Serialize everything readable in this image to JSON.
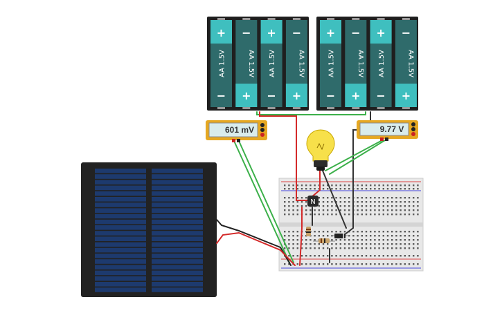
{
  "battery_pack_left": {
    "cells": [
      {
        "label": "AA 1.5V",
        "top_sign": "+",
        "bottom_sign": "−"
      },
      {
        "label": "AA 1.5V",
        "top_sign": "−",
        "bottom_sign": "+"
      },
      {
        "label": "AA 1.5V",
        "top_sign": "+",
        "bottom_sign": "−"
      },
      {
        "label": "AA 1.5V",
        "top_sign": "−",
        "bottom_sign": "+"
      }
    ]
  },
  "battery_pack_right": {
    "cells": [
      {
        "label": "AA 1.5V",
        "top_sign": "+",
        "bottom_sign": "−"
      },
      {
        "label": "AA 1.5V",
        "top_sign": "−",
        "bottom_sign": "+"
      },
      {
        "label": "AA 1.5V",
        "top_sign": "+",
        "bottom_sign": "−"
      },
      {
        "label": "AA 1.5V",
        "top_sign": "−",
        "bottom_sign": "+"
      }
    ]
  },
  "multimeter_left": {
    "reading": "601 mV"
  },
  "multimeter_right": {
    "reading": "9.77 V"
  },
  "transistor": {
    "label": "N"
  },
  "colors": {
    "battery_body": "#2f6b6b",
    "battery_cap": "#3fbfbf",
    "wire_red": "#d42a2a",
    "wire_green": "#3cb04a",
    "wire_black": "#333333",
    "multimeter_frame": "#e6a822",
    "solar_cell": "#1d3a6e",
    "bulb_glass": "#f7e04a"
  }
}
